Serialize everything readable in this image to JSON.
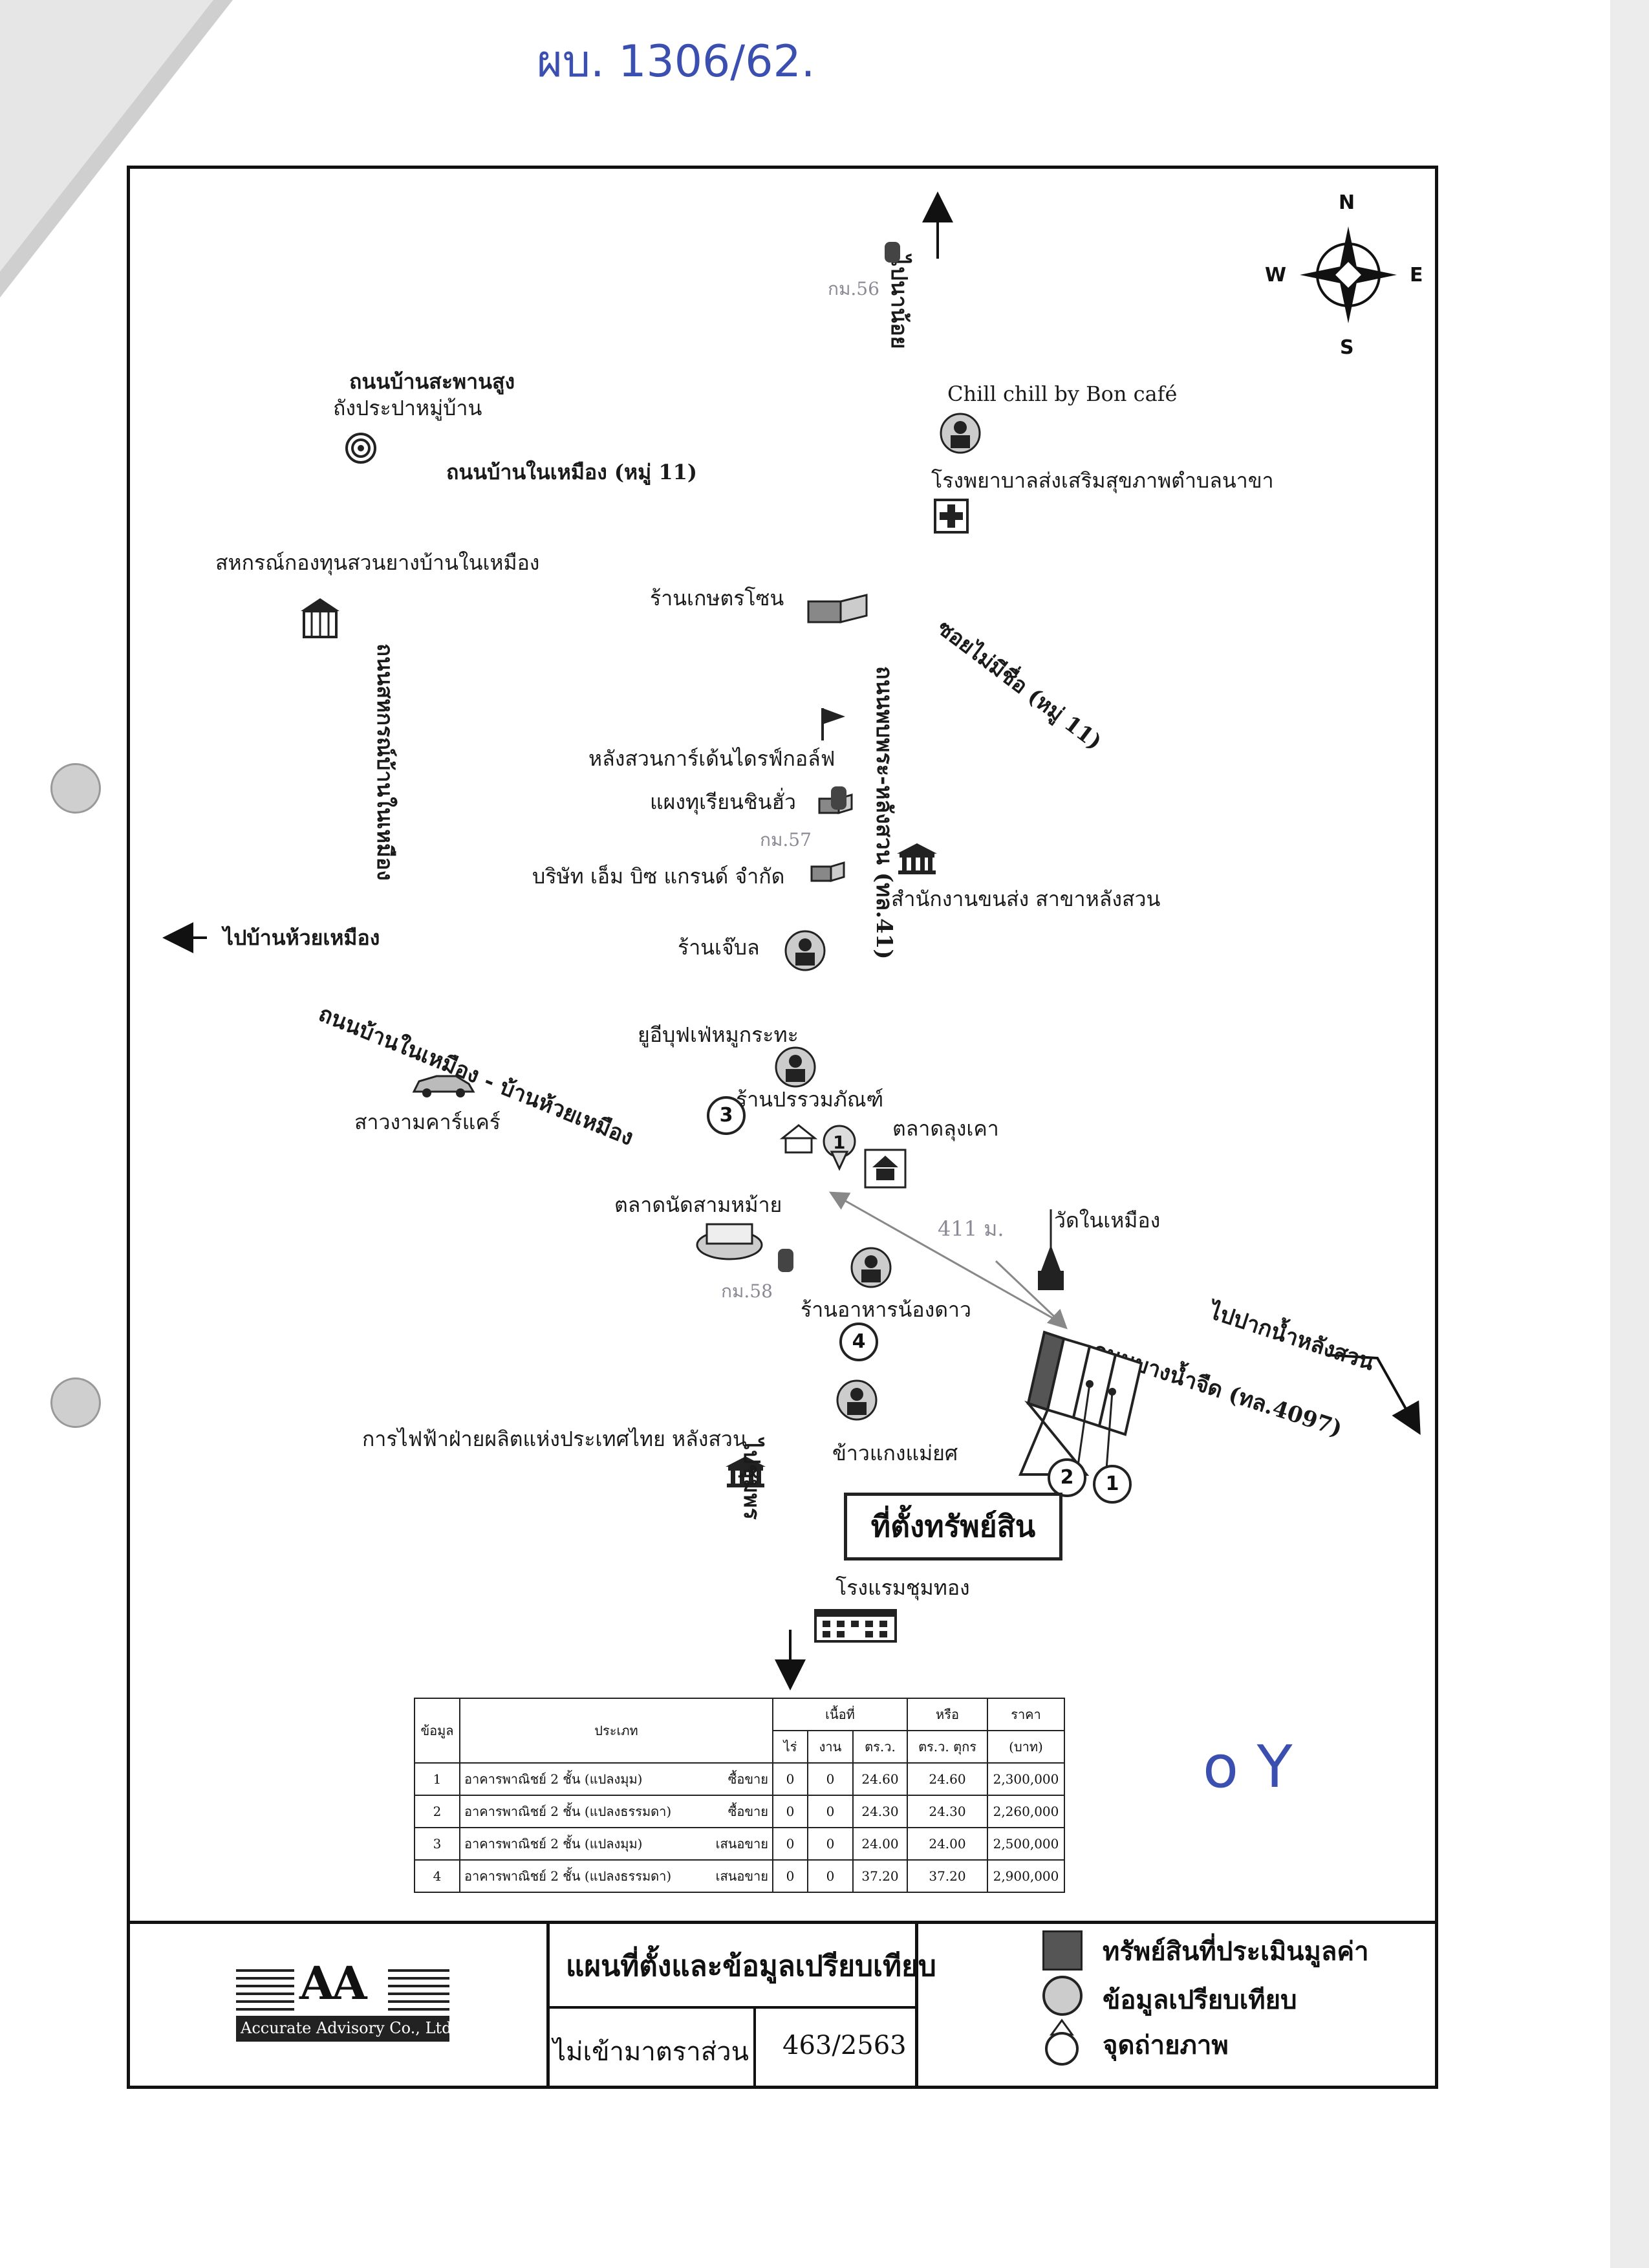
{
  "handwritten_ref": "ผบ. 1306/62.",
  "handwritten_mark": "o Y",
  "compass": {
    "n": "N",
    "s": "S",
    "e": "E",
    "w": "W"
  },
  "labels": {
    "to_na_noi": "ไปนาน้อย",
    "km56": "กม.56",
    "chill": "Chill chill by Bon café",
    "hospital": "โรงพยาบาลส่งเสริมสุขภาพตำบลนาขา",
    "road_saphan_sung": "ถนนบ้านสะพานสูง",
    "water_tower": "ถังประปาหมู่บ้าน",
    "road_nai_mueang": "ถนนบ้านในเหมือง (หมู่ 11)",
    "coop": "สหกรณ์กองทุนสวนยางบ้านในเหมือง",
    "road_coop": "ถนนสหกรณ์บ้านในเหมือง",
    "kaset_shop": "ร้านเกษตรโซน",
    "soi_no_name": "ซอยไม่มีชื่อ (หมู่ 11)",
    "golf": "หลังสวนการ์เด้นไดรฟ์กอล์ฟ",
    "durian": "แผงทุเรียนชินฮั่ว",
    "km57": "กม.57",
    "company": "บริษัท เอ็ม บิซ แกรนด์ จำกัด",
    "transport": "สำนักงานขนส่ง สาขาหลังสวน",
    "road_41": "ถนนพบพระ-หลังสวน (ทล.41)",
    "jeb_shop": "ร้านเจ๊บล",
    "to_huai_mueang": "ไปบ้านห้วยเหมือง",
    "road_huai_mueang": "ถนนบ้านในเหมือง - บ้านห้วยเหมือง",
    "carcare": "สาวงามคาร์แคร์",
    "buffet": "ยูอีบุฟเฟ่หมูกระทะ",
    "store": "ร้านปรรวมภัณฑ์",
    "market_lung": "ตลาดลุงเคา",
    "market_sam": "ตลาดนัดสามหม้าย",
    "km58": "กม.58",
    "distance": "411 ม.",
    "temple": "วัดในเหมือง",
    "restaurant": "ร้านอาหารน้องดาว",
    "to_pak_nam": "ไปปากน้ำหลังสวน",
    "road_4097": "ถนนบางน้ำจืด (ทล.4097)",
    "egat": "การไฟฟ้าฝ่ายผลิตแห่งประเทศไทย หลังสวน",
    "khao_kaeng": "ข้าวแกงแม่ยศ",
    "to_chumphon": "ไปชุมพร",
    "property": "ที่ตั้งทรัพย์สิน",
    "hotel": "โรงแรมชุมทอง"
  },
  "markers": {
    "n1": "1",
    "n2": "2",
    "n3": "3",
    "n4": "4",
    "p1": "1",
    "p2": "2"
  },
  "table": {
    "h_data": "ข้อมูล",
    "h_type": "ประเภท",
    "h_area": "เนื้อที่",
    "h_rai": "ไร่",
    "h_ngan": "งาน",
    "h_wa": "ตร.ว.",
    "h_or": "หรือ",
    "h_sqm": "ตร.ว. ตุกร",
    "h_price": "ราคา",
    "h_baht": "(บาท)",
    "rows": [
      {
        "no": "1",
        "type": "อาคารพาณิชย์ 2 ชั้น (แปลงมุม)",
        "status": "ซื้อขาย",
        "rai": "0",
        "ngan": "0",
        "wa": "24.60",
        "sqm": "24.60",
        "price": "2,300,000"
      },
      {
        "no": "2",
        "type": "อาคารพาณิชย์ 2 ชั้น (แปลงธรรมดา)",
        "status": "ซื้อขาย",
        "rai": "0",
        "ngan": "0",
        "wa": "24.30",
        "sqm": "24.30",
        "price": "2,260,000"
      },
      {
        "no": "3",
        "type": "อาคารพาณิชย์ 2 ชั้น (แปลงมุม)",
        "status": "เสนอขาย",
        "rai": "0",
        "ngan": "0",
        "wa": "24.00",
        "sqm": "24.00",
        "price": "2,500,000"
      },
      {
        "no": "4",
        "type": "อาคารพาณิชย์ 2 ชั้น (แปลงธรรมดา)",
        "status": "เสนอขาย",
        "rai": "0",
        "ngan": "0",
        "wa": "37.20",
        "sqm": "37.20",
        "price": "2,900,000"
      }
    ]
  },
  "titleblock": {
    "logo": "AA",
    "company": "Accurate Advisory Co., Ltd.",
    "title": "แผนที่ตั้งและข้อมูลเปรียบเทียบ",
    "scale": "ไม่เข้ามาตราส่วน",
    "number": "463/2563"
  },
  "legend": {
    "appraised": "ทรัพย์สินที่ประเมินมูลค่า",
    "comparable": "ข้อมูลเปรียบเทียบ",
    "photo": "จุดถ่ายภาพ"
  }
}
